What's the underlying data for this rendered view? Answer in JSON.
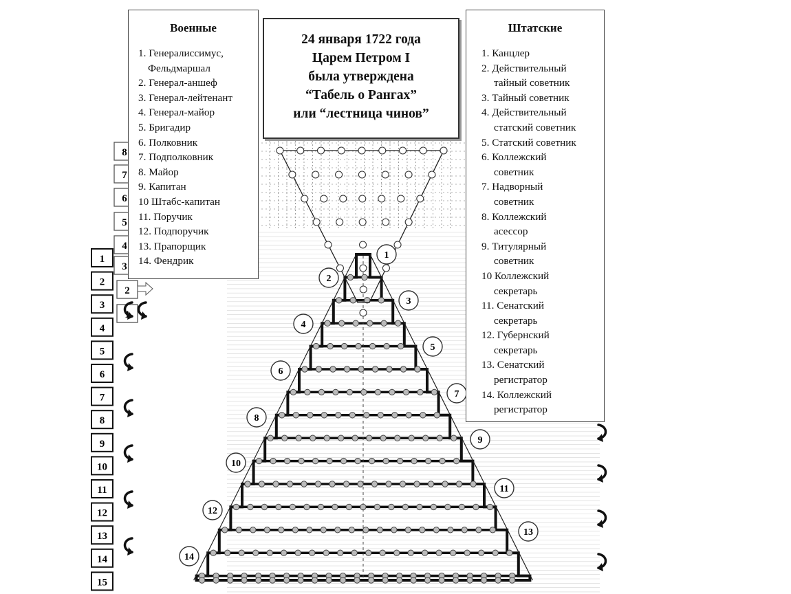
{
  "title": "24 января 1722 года\nЦарем Петром I\nбыла утверждена\n“Табель о Рангах”\nили “лестница чинов”",
  "military": {
    "heading": "Военные",
    "ranks": [
      [
        "1. Генералиссимус,",
        "Фельдмаршал"
      ],
      [
        "2. Генерал-аншеф"
      ],
      [
        "3. Генерал-лейтенант"
      ],
      [
        "4. Генерал-майор"
      ],
      [
        "5. Бригадир"
      ],
      [
        "6. Полковник"
      ],
      [
        "7. Подполковник"
      ],
      [
        "8. Майор"
      ],
      [
        "9. Капитан"
      ],
      [
        "10 Штабс-капитан"
      ],
      [
        "11. Поручик"
      ],
      [
        "12. Подпоручик"
      ],
      [
        "13. Прапорщик"
      ],
      [
        "14. Фендрик"
      ]
    ]
  },
  "civil": {
    "heading": "Штатские",
    "ranks": [
      [
        "1. Канцлер"
      ],
      [
        "2. Действительный",
        "тайный советник"
      ],
      [
        "3. Тайный советник"
      ],
      [
        "4. Действительный",
        "статский советник"
      ],
      [
        "5. Статский советник"
      ],
      [
        "6. Коллежский",
        "советник"
      ],
      [
        "7. Надворный",
        "советник"
      ],
      [
        "8. Коллежский",
        "асессор"
      ],
      [
        "9. Титулярный",
        "советник"
      ],
      [
        "10 Коллежский",
        "секретарь"
      ],
      [
        "11. Сенатский",
        "секретарь"
      ],
      [
        "12. Губернский",
        "секретарь"
      ],
      [
        "13. Сенатский",
        "регистратор"
      ],
      [
        "14. Коллежский",
        "регистратор"
      ]
    ]
  },
  "left_column": [
    "1",
    "2",
    "3",
    "4",
    "5",
    "6",
    "7",
    "8",
    "9",
    "10",
    "11",
    "12",
    "13",
    "14",
    "15"
  ],
  "inner_boxes": [
    "8",
    "7",
    "6",
    "5",
    "4",
    "3",
    "2",
    "1"
  ],
  "step_numbers": [
    "1",
    "2",
    "3",
    "4",
    "5",
    "6",
    "7",
    "8",
    "9",
    "10",
    "11",
    "12",
    "13",
    "14"
  ]
}
